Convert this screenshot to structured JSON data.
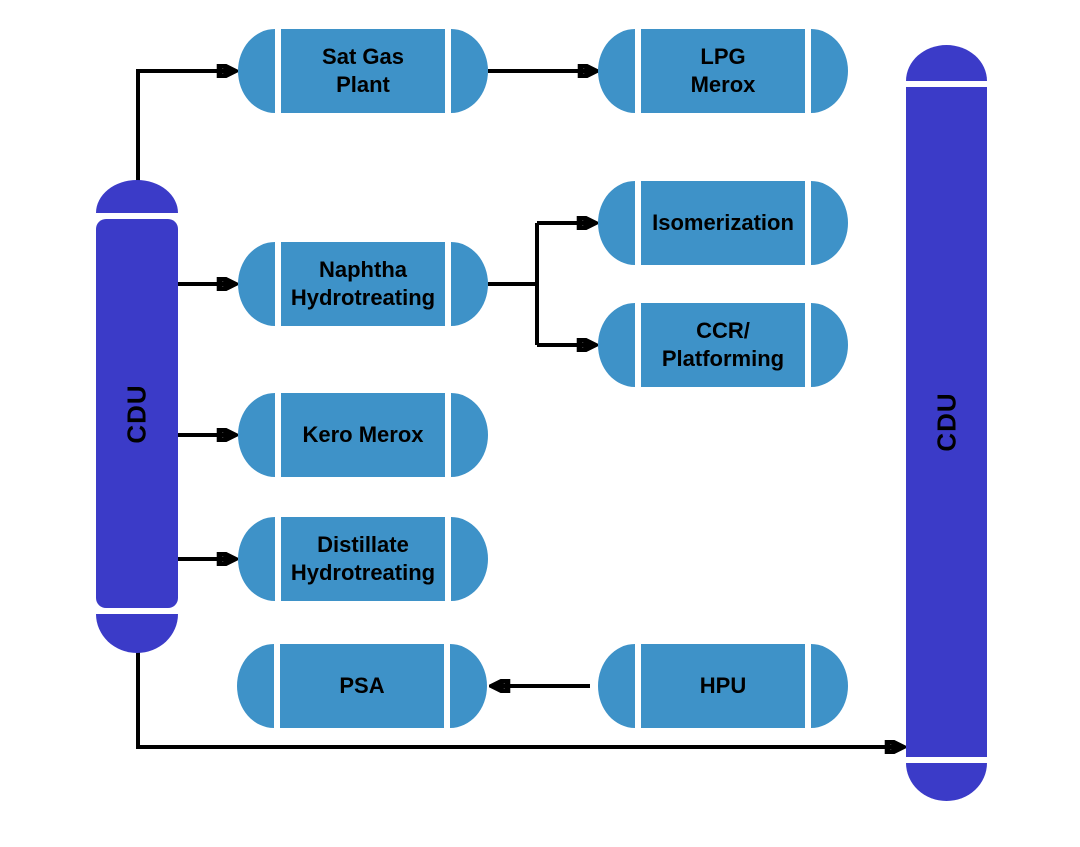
{
  "diagram_type": "refinery-process-flow",
  "colors": {
    "background": "#FFFFFF",
    "column_fill": "#3B3BC8",
    "unit_fill": "#3E92C8",
    "line": "#000000",
    "label": "#000000"
  },
  "columns": {
    "cdu_left": {
      "label": "CDU"
    },
    "cdu_right": {
      "label": "CDU"
    }
  },
  "units": {
    "sat_gas_plant": {
      "lines": [
        "Sat Gas",
        "Plant"
      ]
    },
    "lpg_merox": {
      "lines": [
        "LPG",
        "Merox"
      ]
    },
    "naphtha_hydrotreating": {
      "lines": [
        "Naphtha",
        "Hydrotreating"
      ]
    },
    "isomerization": {
      "lines": [
        "Isomerization"
      ]
    },
    "ccr_platforming": {
      "lines": [
        "CCR/",
        "Platforming"
      ]
    },
    "kero_merox": {
      "lines": [
        "Kero Merox"
      ]
    },
    "distillate_hydrotreating": {
      "lines": [
        "Distillate",
        "Hydrotreating"
      ]
    },
    "psa": {
      "lines": [
        "PSA"
      ]
    },
    "hpu": {
      "lines": [
        "HPU"
      ]
    }
  },
  "connections": [
    {
      "from": "cdu_left",
      "to": "sat_gas_plant"
    },
    {
      "from": "sat_gas_plant",
      "to": "lpg_merox"
    },
    {
      "from": "cdu_left",
      "to": "naphtha_hydrotreating"
    },
    {
      "from": "naphtha_hydrotreating",
      "to": "isomerization"
    },
    {
      "from": "naphtha_hydrotreating",
      "to": "ccr_platforming"
    },
    {
      "from": "cdu_left",
      "to": "kero_merox"
    },
    {
      "from": "cdu_left",
      "to": "distillate_hydrotreating"
    },
    {
      "from": "hpu",
      "to": "psa"
    },
    {
      "from": "cdu_left",
      "to": "cdu_right"
    }
  ]
}
